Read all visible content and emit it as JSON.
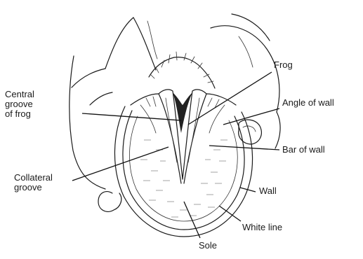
{
  "labels": {
    "frog": "Frog",
    "central_groove": [
      "Central",
      "groove",
      "of frog"
    ],
    "angle_of_wall": "Angle of wall",
    "bar_of_wall": "Bar of wall",
    "collateral_groove": [
      "Collateral",
      "groove"
    ],
    "wall": "Wall",
    "white_line": "White line",
    "sole": "Sole"
  }
}
